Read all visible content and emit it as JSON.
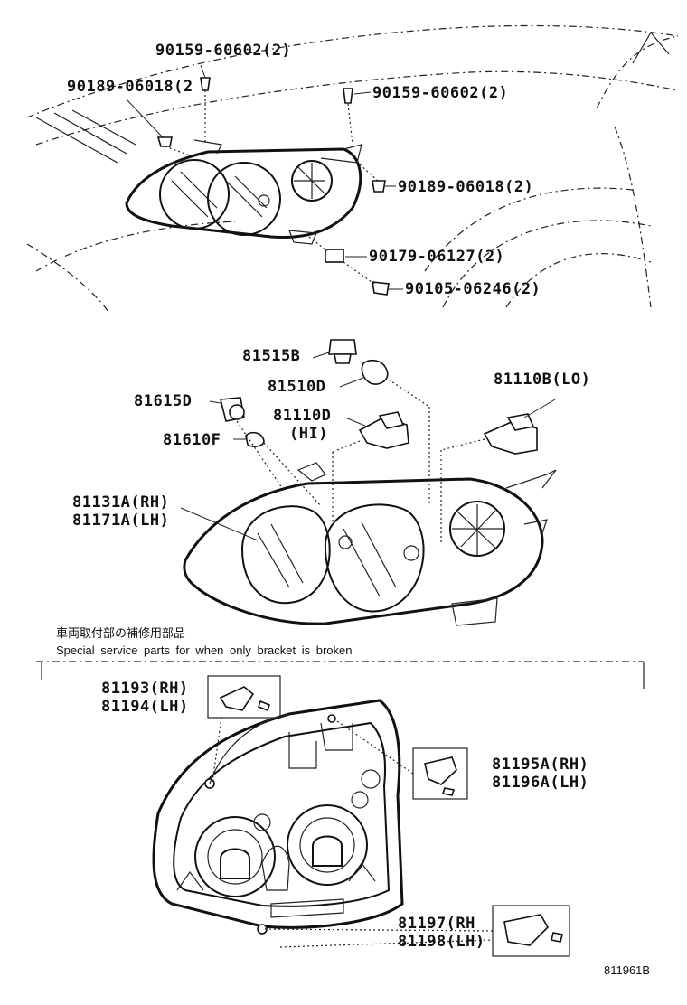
{
  "diagram": {
    "notes": {
      "japanese": "車両取付部の補修用部品",
      "english": "Special service parts for when only bracket is broken"
    },
    "drawing_code": "811961B",
    "part_labels": {
      "p1": "90159-60602(2)",
      "p2": "90189-06018(2",
      "p3": "90159-60602(2)",
      "p4": "90189-06018(2)",
      "p5": "90179-06127(2)",
      "p6": "90105-06246(2)",
      "p7": "81515B",
      "p8": "81510D",
      "p9": "81110B(LO)",
      "p10": "81615D",
      "p11": "81110D",
      "p11b": "(HI)",
      "p12": "81610F",
      "p13": "81131A(RH)",
      "p14": "81171A(LH)",
      "p15": "81193(RH)",
      "p16": "81194(LH)",
      "p17": "81195A(RH)",
      "p18": "81196A(LH)",
      "p19": "81197(RH",
      "p20": "81198(LH)"
    }
  }
}
